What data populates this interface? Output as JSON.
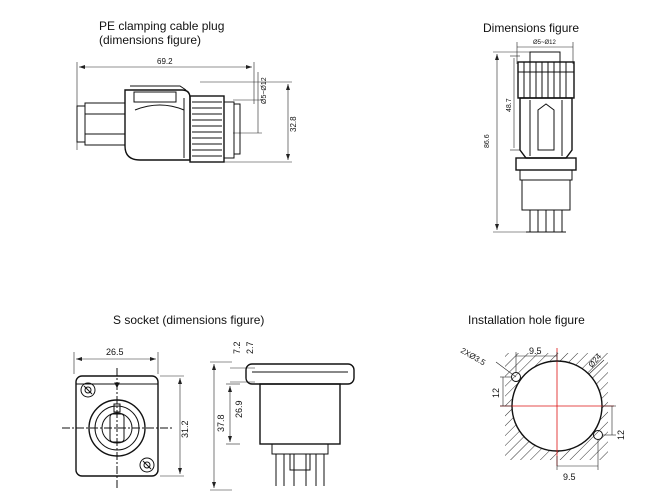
{
  "pe_plug": {
    "title_line1": "PE clamping cable plug",
    "title_line2": "(dimensions figure)",
    "dim_length": "69.2",
    "dim_height": "32.8",
    "dim_cable": "Ø5~Ø12"
  },
  "dimensions_figure": {
    "title": "Dimensions figure",
    "dim_cable": "Ø5~Ø12",
    "dim_upper": "48.7",
    "dim_total": "86.6"
  },
  "s_socket": {
    "title": "S socket (dimensions figure)",
    "dim_width": "26.5",
    "dim_height": "31.2",
    "dim_total_height": "37.8",
    "dim_body": "26.9",
    "dim_a": "7.2",
    "dim_b": "2.7"
  },
  "installation_hole": {
    "title": "Installation hole figure",
    "dim_holes": "2XØ3.5",
    "dim_diameter": "Ø24",
    "dim_top_offset": "9.5",
    "dim_bottom_offset": "9.5",
    "dim_left_offset": "12",
    "dim_right_offset": "12"
  }
}
